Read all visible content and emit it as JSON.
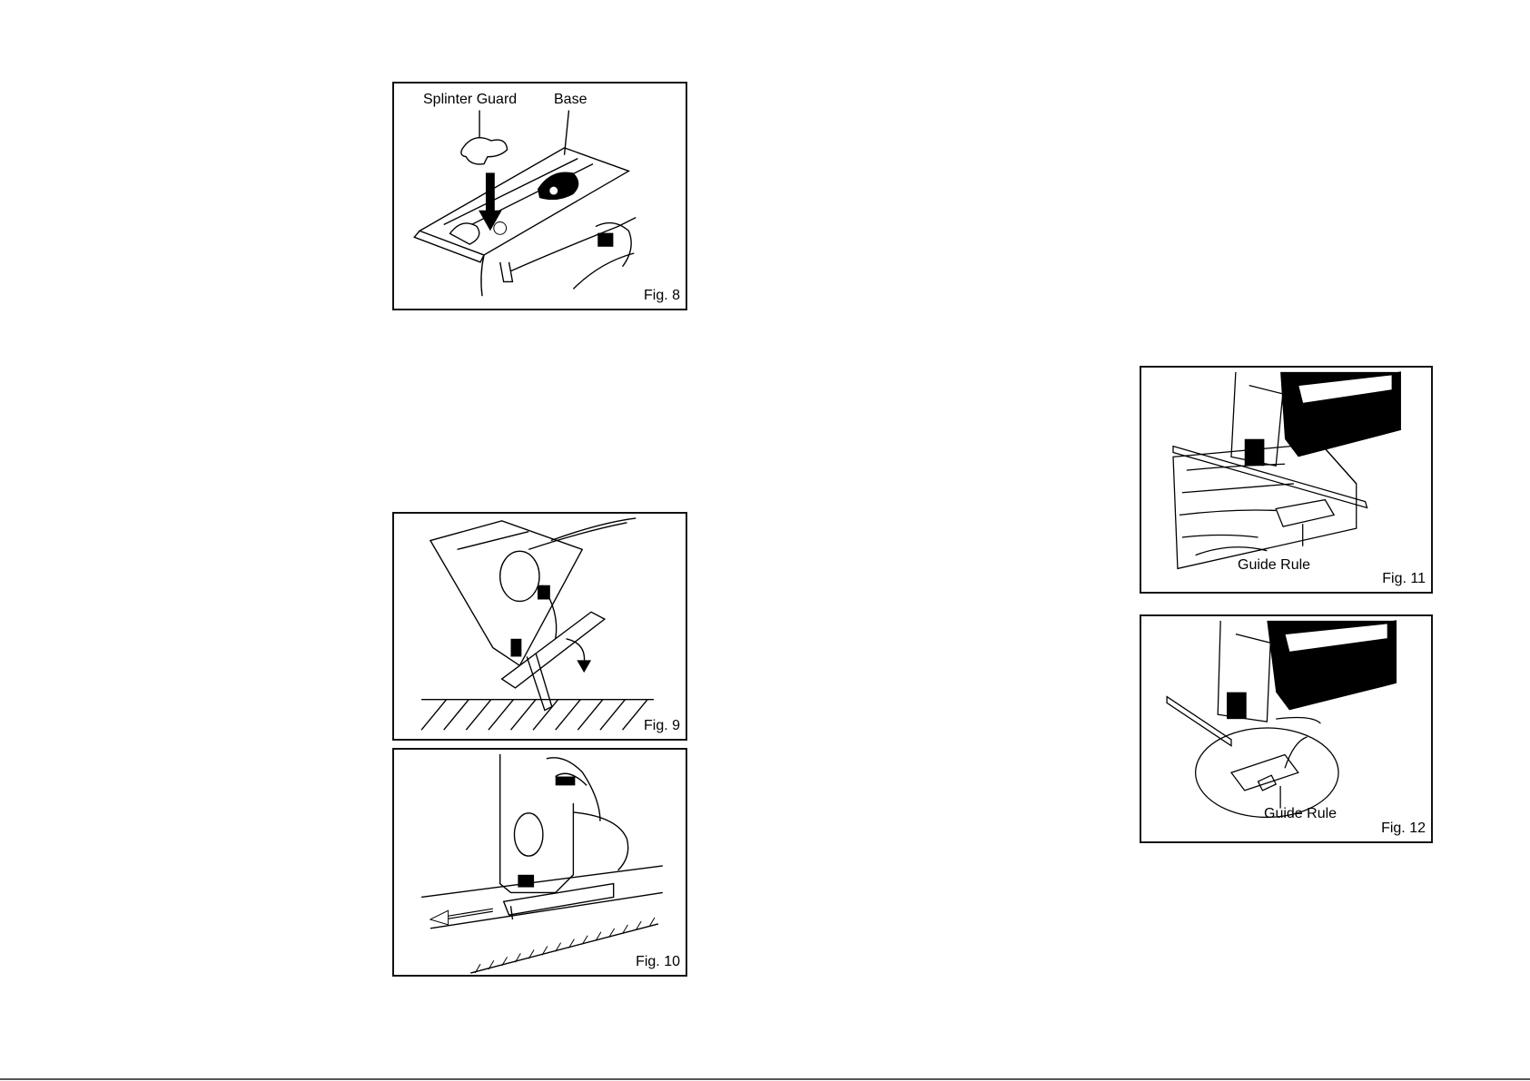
{
  "figures": {
    "fig8": {
      "number": "Fig. 8",
      "labels": {
        "splinter_guard": "Splinter Guard",
        "base": "Base"
      }
    },
    "fig9": {
      "number": "Fig. 9"
    },
    "fig10": {
      "number": "Fig. 10"
    },
    "fig11": {
      "number": "Fig. 11",
      "labels": {
        "guide_rule": "Guide Rule"
      }
    },
    "fig12": {
      "number": "Fig. 12",
      "labels": {
        "guide_rule": "Guide Rule"
      }
    }
  }
}
